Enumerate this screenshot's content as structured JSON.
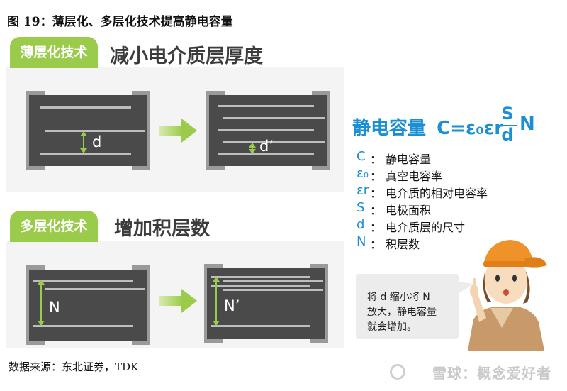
{
  "figure": {
    "title": "图 19：薄层化、多层化技术提高静电容量",
    "source": "数据来源：东北证券，TDK",
    "watermark": "雪球：概念爱好者"
  },
  "section_thin": {
    "tab": "薄层化技术",
    "heading": "减小电介质层厚度",
    "label_before": "d",
    "label_after": "d’"
  },
  "section_multi": {
    "tab": "多层化技术",
    "heading": "增加积层数",
    "label_before": "N",
    "label_after": "N’"
  },
  "formula": {
    "name": "静电容量",
    "expr": "C=ε₀εr",
    "numerator": "S",
    "denominator": "d",
    "tail": "N"
  },
  "legend": [
    {
      "symbol": "C",
      "colon": "：",
      "text": "静电容量"
    },
    {
      "symbol": "ε₀",
      "colon": "：",
      "text": "真空电容率"
    },
    {
      "symbol": "εr",
      "colon": "：",
      "text": "电介质的相对电容率"
    },
    {
      "symbol": "S",
      "colon": "：",
      "text": "电极面积"
    },
    {
      "symbol": "d",
      "colon": "：",
      "text": "电介质层的尺寸"
    },
    {
      "symbol": "N",
      "colon": "：",
      "text": "积层数"
    }
  ],
  "bubble": {
    "line1": "将 d 缩小将 N",
    "line2": "放大，静电容量",
    "line3": "就会增加。"
  },
  "colors": {
    "accent_green": "#9bcb4a",
    "formula_blue": "#1a8fd3",
    "capacitor_body": "#4a4a4a",
    "hat_orange": "#f0922a"
  }
}
